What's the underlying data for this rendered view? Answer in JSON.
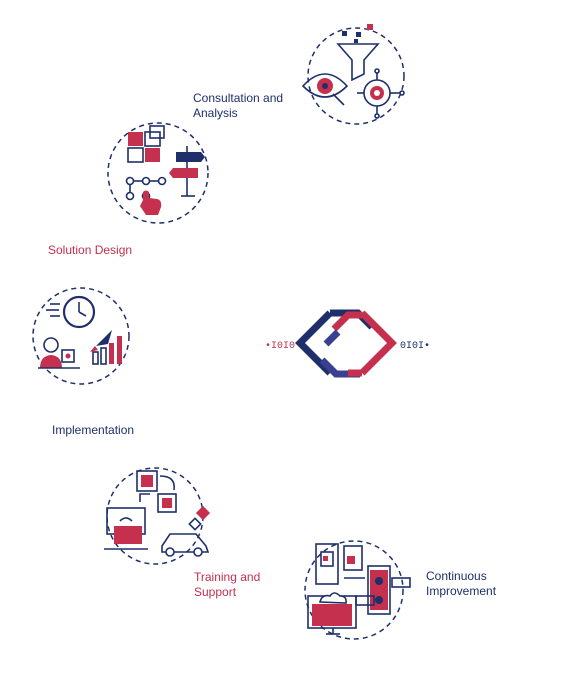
{
  "steps": {
    "consultation": "Consultation and\nAnalysis",
    "solution_design": "Solution Design",
    "implementation": "Implementation",
    "training": "Training and\nSupport",
    "continuous": "Continuous\nImprovement"
  },
  "center_logo": {
    "left_code": "•I0I0",
    "right_code": "0I0I•"
  },
  "colors": {
    "navy": "#1e2f6b",
    "red": "#c4304e",
    "accent_dark": "#3a3f8f"
  },
  "icons": {
    "consultation": "analysis-funnel-eye-gear-icon",
    "solution_design": "puzzle-signpost-flow-icon",
    "implementation": "clock-rocket-growth-icon",
    "training": "chip-laptop-car-satellite-icon",
    "continuous": "devices-cloud-chat-icon",
    "center": "interlocking-brackets-logo-icon"
  }
}
